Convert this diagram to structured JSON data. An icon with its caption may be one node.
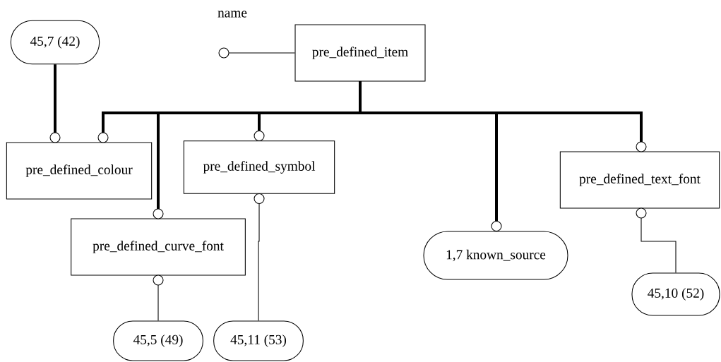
{
  "diagram": {
    "nodes": [
      {
        "text": [
          "pre_defined_item"
        ]
      },
      {
        "text": [
          "45,7 (42)"
        ]
      },
      {
        "text": [
          "pre_defined_colour"
        ]
      },
      {
        "text": [
          "pre_defined_symbol"
        ]
      },
      {
        "text": [
          "pre_defined_curve_font"
        ]
      },
      {
        "text": [
          "1,7 known_source"
        ]
      },
      {
        "text": [
          "pre_defined_text_font"
        ]
      },
      {
        "text": [
          "45,5 (49)"
        ]
      },
      {
        "text": [
          "45,11 (53)"
        ]
      },
      {
        "text": [
          "45,10 (52)"
        ]
      }
    ],
    "edges": [
      {
        "from": 0,
        "to": null,
        "arrow": "other",
        "label": "name"
      },
      {
        "from": 1,
        "to": 2,
        "arrow": "other"
      },
      {
        "from": 0,
        "to": 2,
        "arrow": "other"
      },
      {
        "from": 0,
        "to": 4,
        "arrow": "other"
      },
      {
        "from": 0,
        "to": 3,
        "arrow": "other"
      },
      {
        "from": 0,
        "to": 5,
        "arrow": "other"
      },
      {
        "from": 0,
        "to": 6,
        "arrow": "other"
      },
      {
        "from": 7,
        "to": 4,
        "arrow": "other"
      },
      {
        "from": 8,
        "to": 3,
        "arrow": "other"
      },
      {
        "from": 9,
        "to": 6,
        "arrow": "other"
      }
    ]
  }
}
